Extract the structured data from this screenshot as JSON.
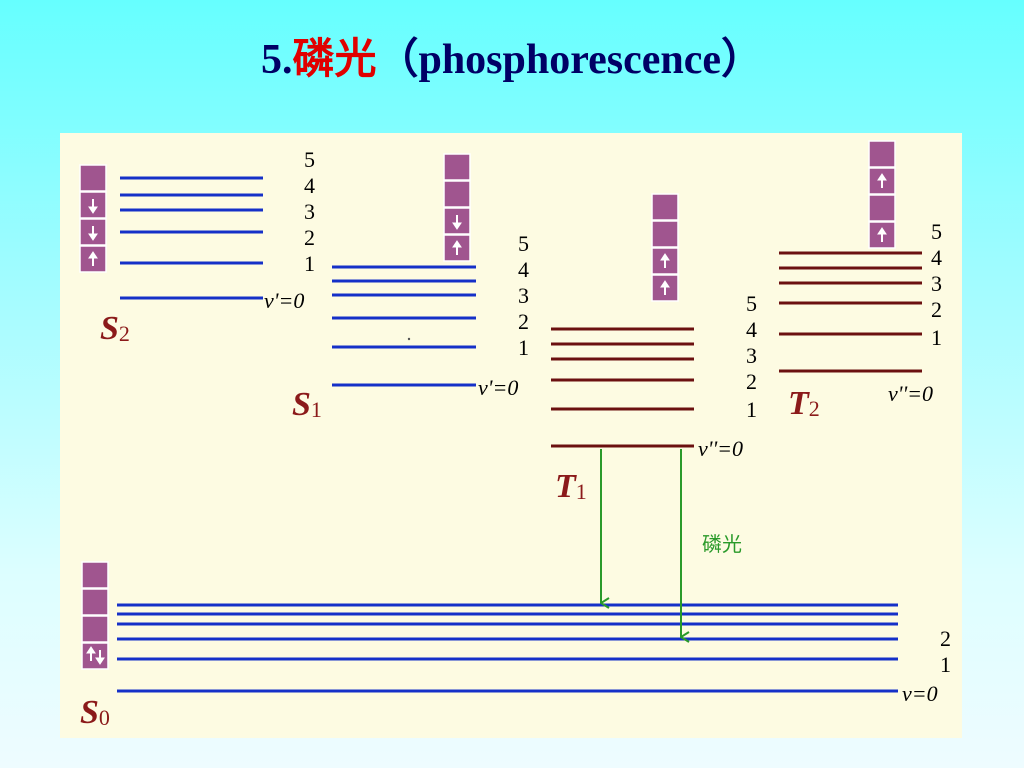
{
  "title": {
    "number": "5.",
    "chinese": "磷光",
    "english": "（phosphorescence）"
  },
  "colors": {
    "singlet_line": "#1530c8",
    "triplet_line": "#6b1010",
    "state_label": "#8b1a1a",
    "arrow": "#2a9a2a",
    "electron_box": "#a0558f",
    "title_blue": "#000066",
    "title_red": "#e00000"
  },
  "states": {
    "S2": {
      "letter": "S",
      "subscript": "2",
      "ground_label": "v'=0",
      "level_numbers": [
        "5",
        "4",
        "3",
        "2",
        "1"
      ],
      "electron_boxes": [
        "",
        "down-arrow",
        "down-arrow",
        "up-arrow"
      ]
    },
    "S1": {
      "letter": "S",
      "subscript": "1",
      "ground_label": "v'=0",
      "level_numbers": [
        "5",
        "4",
        "3",
        "2",
        "1"
      ],
      "electron_boxes": [
        "",
        "",
        "down-arrow",
        "up-arrow"
      ]
    },
    "T1": {
      "letter": "T",
      "subscript": "1",
      "ground_label": "v''=0",
      "level_numbers": [
        "5",
        "4",
        "3",
        "2",
        "1"
      ],
      "electron_boxes": [
        "",
        "",
        "up-arrow",
        "up-arrow"
      ]
    },
    "T2": {
      "letter": "T",
      "subscript": "2",
      "ground_label": "v''=0",
      "level_numbers": [
        "5",
        "4",
        "3",
        "2",
        "1"
      ],
      "electron_boxes": [
        "",
        "up-arrow",
        "",
        "up-arrow"
      ]
    },
    "S0": {
      "letter": "S",
      "subscript": "0",
      "ground_label": "v=0",
      "level_numbers": [
        "2",
        "1"
      ],
      "electron_boxes": [
        "",
        "",
        "",
        "up-down-arrows"
      ]
    }
  },
  "transition_label": "磷光"
}
